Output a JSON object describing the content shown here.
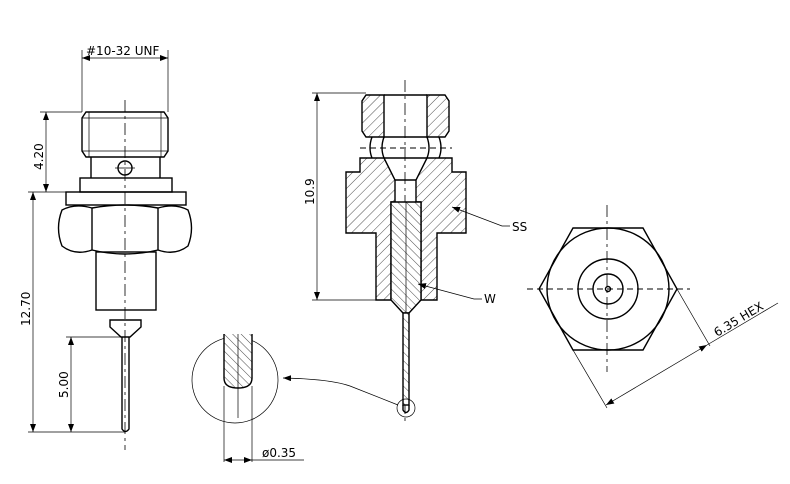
{
  "side_view": {
    "thread_label": "#10-32 UNF",
    "dim_cap": "4.20",
    "dim_overall": "12.70",
    "dim_pin": "5.00"
  },
  "section_view": {
    "dim_height": "10.9",
    "material_body": "SS",
    "material_insert": "W"
  },
  "detail_view": {
    "dim_diameter": "ø0.35"
  },
  "end_view": {
    "dim_hex": "6.35 HEX"
  }
}
